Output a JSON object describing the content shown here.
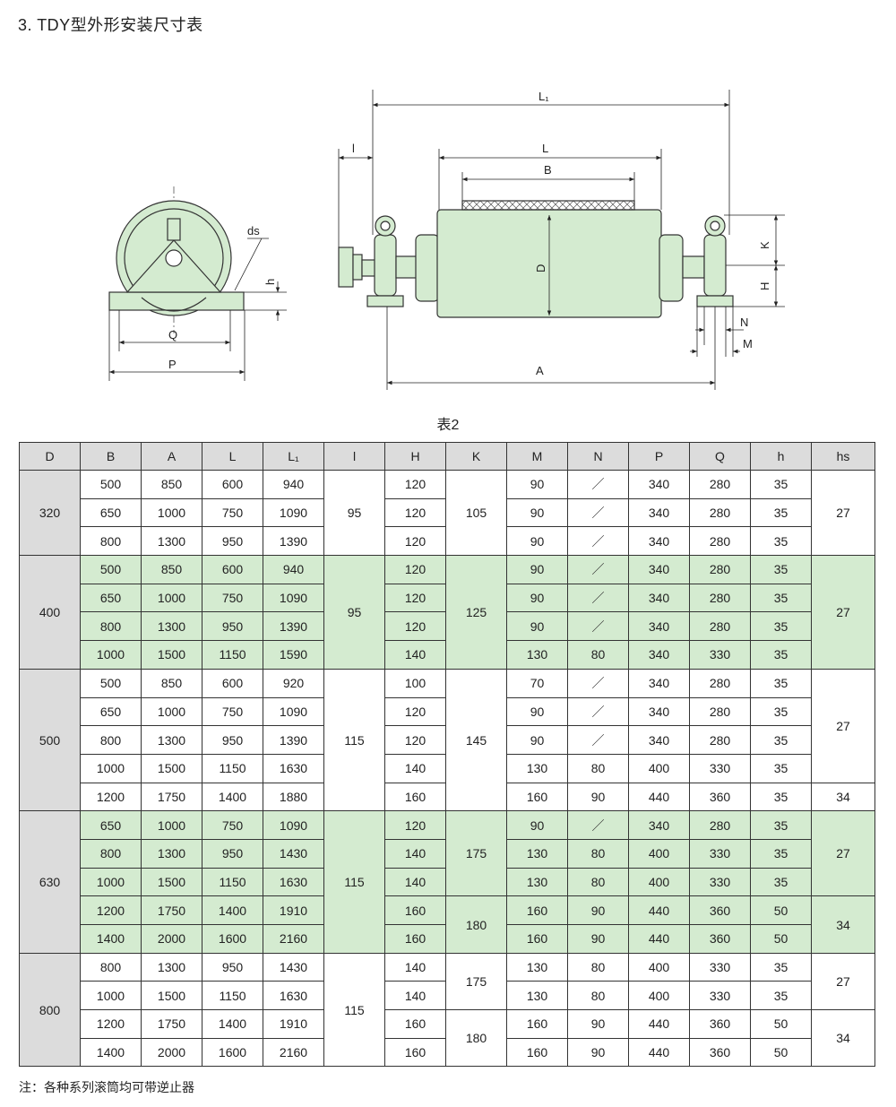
{
  "title": "3. TDY型外形安装尺寸表",
  "drawing_labels": {
    "L1": "L₁",
    "L": "L",
    "B": "B",
    "l": "l",
    "D": "D",
    "K": "K",
    "H": "H",
    "N": "N",
    "M": "M",
    "A": "A",
    "ds": "ds",
    "h": "h",
    "Q": "Q",
    "P": "P"
  },
  "table_caption": "表2",
  "columns": [
    "D",
    "B",
    "A",
    "L",
    "L₁",
    "l",
    "H",
    "K",
    "M",
    "N",
    "P",
    "Q",
    "h",
    "hs"
  ],
  "groups": [
    {
      "D": "320",
      "l": "95",
      "rows": [
        {
          "B": "500",
          "A": "850",
          "L": "600",
          "L1": "940",
          "H": "120",
          "M": "90",
          "N": "／",
          "P": "340",
          "Q": "280",
          "h": "35"
        },
        {
          "B": "650",
          "A": "1000",
          "L": "750",
          "L1": "1090",
          "H": "120",
          "M": "90",
          "N": "／",
          "P": "340",
          "Q": "280",
          "h": "35"
        },
        {
          "B": "800",
          "A": "1300",
          "L": "950",
          "L1": "1390",
          "H": "120",
          "M": "90",
          "N": "／",
          "P": "340",
          "Q": "280",
          "h": "35"
        }
      ],
      "K": [
        {
          "value": "105",
          "span": 3
        }
      ],
      "hs": [
        {
          "value": "27",
          "span": 3
        }
      ]
    },
    {
      "D": "400",
      "l": "95",
      "rows": [
        {
          "B": "500",
          "A": "850",
          "L": "600",
          "L1": "940",
          "H": "120",
          "M": "90",
          "N": "／",
          "P": "340",
          "Q": "280",
          "h": "35"
        },
        {
          "B": "650",
          "A": "1000",
          "L": "750",
          "L1": "1090",
          "H": "120",
          "M": "90",
          "N": "／",
          "P": "340",
          "Q": "280",
          "h": "35"
        },
        {
          "B": "800",
          "A": "1300",
          "L": "950",
          "L1": "1390",
          "H": "120",
          "M": "90",
          "N": "／",
          "P": "340",
          "Q": "280",
          "h": "35"
        },
        {
          "B": "1000",
          "A": "1500",
          "L": "1150",
          "L1": "1590",
          "H": "140",
          "M": "130",
          "N": "80",
          "P": "340",
          "Q": "330",
          "h": "35"
        }
      ],
      "K": [
        {
          "value": "125",
          "span": 4
        }
      ],
      "hs": [
        {
          "value": "27",
          "span": 4
        }
      ]
    },
    {
      "D": "500",
      "l": "115",
      "rows": [
        {
          "B": "500",
          "A": "850",
          "L": "600",
          "L1": "920",
          "H": "100",
          "M": "70",
          "N": "／",
          "P": "340",
          "Q": "280",
          "h": "35"
        },
        {
          "B": "650",
          "A": "1000",
          "L": "750",
          "L1": "1090",
          "H": "120",
          "M": "90",
          "N": "／",
          "P": "340",
          "Q": "280",
          "h": "35"
        },
        {
          "B": "800",
          "A": "1300",
          "L": "950",
          "L1": "1390",
          "H": "120",
          "M": "90",
          "N": "／",
          "P": "340",
          "Q": "280",
          "h": "35"
        },
        {
          "B": "1000",
          "A": "1500",
          "L": "1150",
          "L1": "1630",
          "H": "140",
          "M": "130",
          "N": "80",
          "P": "400",
          "Q": "330",
          "h": "35"
        },
        {
          "B": "1200",
          "A": "1750",
          "L": "1400",
          "L1": "1880",
          "H": "160",
          "M": "160",
          "N": "90",
          "P": "440",
          "Q": "360",
          "h": "35"
        }
      ],
      "K": [
        {
          "value": "145",
          "span": 5
        }
      ],
      "hs": [
        {
          "value": "27",
          "span": 4
        },
        {
          "value": "34",
          "span": 1
        }
      ]
    },
    {
      "D": "630",
      "l": "115",
      "rows": [
        {
          "B": "650",
          "A": "1000",
          "L": "750",
          "L1": "1090",
          "H": "120",
          "M": "90",
          "N": "／",
          "P": "340",
          "Q": "280",
          "h": "35"
        },
        {
          "B": "800",
          "A": "1300",
          "L": "950",
          "L1": "1430",
          "H": "140",
          "M": "130",
          "N": "80",
          "P": "400",
          "Q": "330",
          "h": "35"
        },
        {
          "B": "1000",
          "A": "1500",
          "L": "1150",
          "L1": "1630",
          "H": "140",
          "M": "130",
          "N": "80",
          "P": "400",
          "Q": "330",
          "h": "35"
        },
        {
          "B": "1200",
          "A": "1750",
          "L": "1400",
          "L1": "1910",
          "H": "160",
          "M": "160",
          "N": "90",
          "P": "440",
          "Q": "360",
          "h": "50"
        },
        {
          "B": "1400",
          "A": "2000",
          "L": "1600",
          "L1": "2160",
          "H": "160",
          "M": "160",
          "N": "90",
          "P": "440",
          "Q": "360",
          "h": "50"
        }
      ],
      "K": [
        {
          "value": "175",
          "span": 3
        },
        {
          "value": "180",
          "span": 2
        }
      ],
      "hs": [
        {
          "value": "27",
          "span": 3
        },
        {
          "value": "34",
          "span": 2
        }
      ]
    },
    {
      "D": "800",
      "l": "115",
      "rows": [
        {
          "B": "800",
          "A": "1300",
          "L": "950",
          "L1": "1430",
          "H": "140",
          "M": "130",
          "N": "80",
          "P": "400",
          "Q": "330",
          "h": "35"
        },
        {
          "B": "1000",
          "A": "1500",
          "L": "1150",
          "L1": "1630",
          "H": "140",
          "M": "130",
          "N": "80",
          "P": "400",
          "Q": "330",
          "h": "35"
        },
        {
          "B": "1200",
          "A": "1750",
          "L": "1400",
          "L1": "1910",
          "H": "160",
          "M": "160",
          "N": "90",
          "P": "440",
          "Q": "360",
          "h": "50"
        },
        {
          "B": "1400",
          "A": "2000",
          "L": "1600",
          "L1": "2160",
          "H": "160",
          "M": "160",
          "N": "90",
          "P": "440",
          "Q": "360",
          "h": "50"
        }
      ],
      "K": [
        {
          "value": "175",
          "span": 2
        },
        {
          "value": "180",
          "span": 2
        }
      ],
      "hs": [
        {
          "value": "27",
          "span": 2
        },
        {
          "value": "34",
          "span": 2
        }
      ]
    }
  ],
  "note": "注：各种系列滚筒均可带逆止器",
  "colors": {
    "fill_green": "#d4ebd0",
    "header_gray": "#dcdcdc",
    "line": "#333333"
  }
}
